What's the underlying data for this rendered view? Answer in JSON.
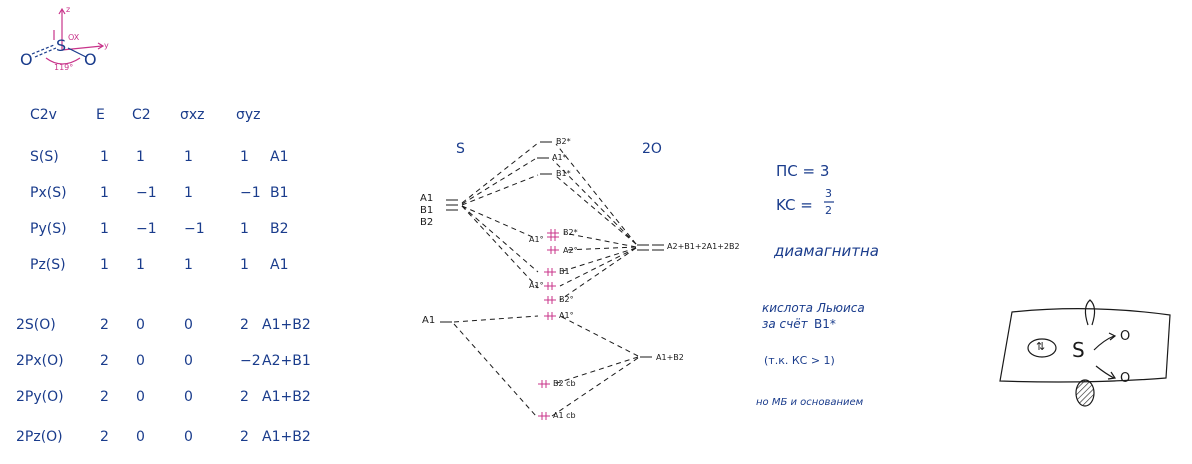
{
  "colors": {
    "ink": "#1a3c8c",
    "pencil": "#1a1a1a",
    "accent": "#c8338a"
  },
  "molecule": {
    "z_axis": "z",
    "angle_label": "119°",
    "axis_label": "y",
    "ox_label": "OX",
    "left_atom": "O",
    "center_atom": "S",
    "right_atom": "O"
  },
  "table": {
    "headers": [
      "C2v",
      "E",
      "C2",
      "σxz",
      "σyz"
    ],
    "rows": [
      {
        "label": "S(S)",
        "vals": [
          "1",
          "1",
          "1",
          "1"
        ],
        "irrep": "A1"
      },
      {
        "label": "Px(S)",
        "vals": [
          "1",
          "−1",
          "1",
          "−1"
        ],
        "irrep": "B1"
      },
      {
        "label": "Py(S)",
        "vals": [
          "1",
          "−1",
          "−1",
          "1"
        ],
        "irrep": "B2"
      },
      {
        "label": "Pz(S)",
        "vals": [
          "1",
          "1",
          "1",
          "1"
        ],
        "irrep": "A1"
      },
      {
        "label": "2S(O)",
        "vals": [
          "2",
          "0",
          "0",
          "2"
        ],
        "irrep": "A1+B2"
      },
      {
        "label": "2Px(O)",
        "vals": [
          "2",
          "0",
          "0",
          "−2"
        ],
        "irrep": "A2+B1"
      },
      {
        "label": "2Py(O)",
        "vals": [
          "2",
          "0",
          "0",
          "2"
        ],
        "irrep": "A1+B2"
      },
      {
        "label": "2Pz(O)",
        "vals": [
          "2",
          "0",
          "0",
          "2"
        ],
        "irrep": "A1+B2"
      }
    ]
  },
  "mo_diagram": {
    "left_header": "S",
    "right_header": "2O",
    "s_p_levels": [
      "A1",
      "B1",
      "B2"
    ],
    "s_s_level": "A1",
    "o_p_levels": "A2+B1+2A1+2B2",
    "o_s_levels": "A1+B2",
    "mos": {
      "b2_star": "B2*",
      "a1_star": "A1*",
      "b1_star": "B1*",
      "a1_o_left": "A1°",
      "b2_star_2": "B2*",
      "a2_o": "A2°",
      "b1": "B1",
      "a1_o_2": "A1°",
      "b2_o": "B2°",
      "a1_o_3": "A1°",
      "b2_cb": "B2 cb",
      "a1_cb": "A1 cb"
    }
  },
  "notes": {
    "bond_order": "ПС = 3",
    "kc_label": "KC =",
    "kc_num": "3",
    "kc_den": "2",
    "magnetic": "диамагнитна",
    "lewis_acid_1": "кислота Льюиса",
    "lewis_acid_2": "за счёт",
    "lewis_acid_orbital": "B1*",
    "lewis_reason": "(т.к. КС > 1)",
    "base": "но МБ и основанием"
  },
  "sketch": {
    "center": "S",
    "o1": "O",
    "o2": "O",
    "pair": "⇅"
  }
}
